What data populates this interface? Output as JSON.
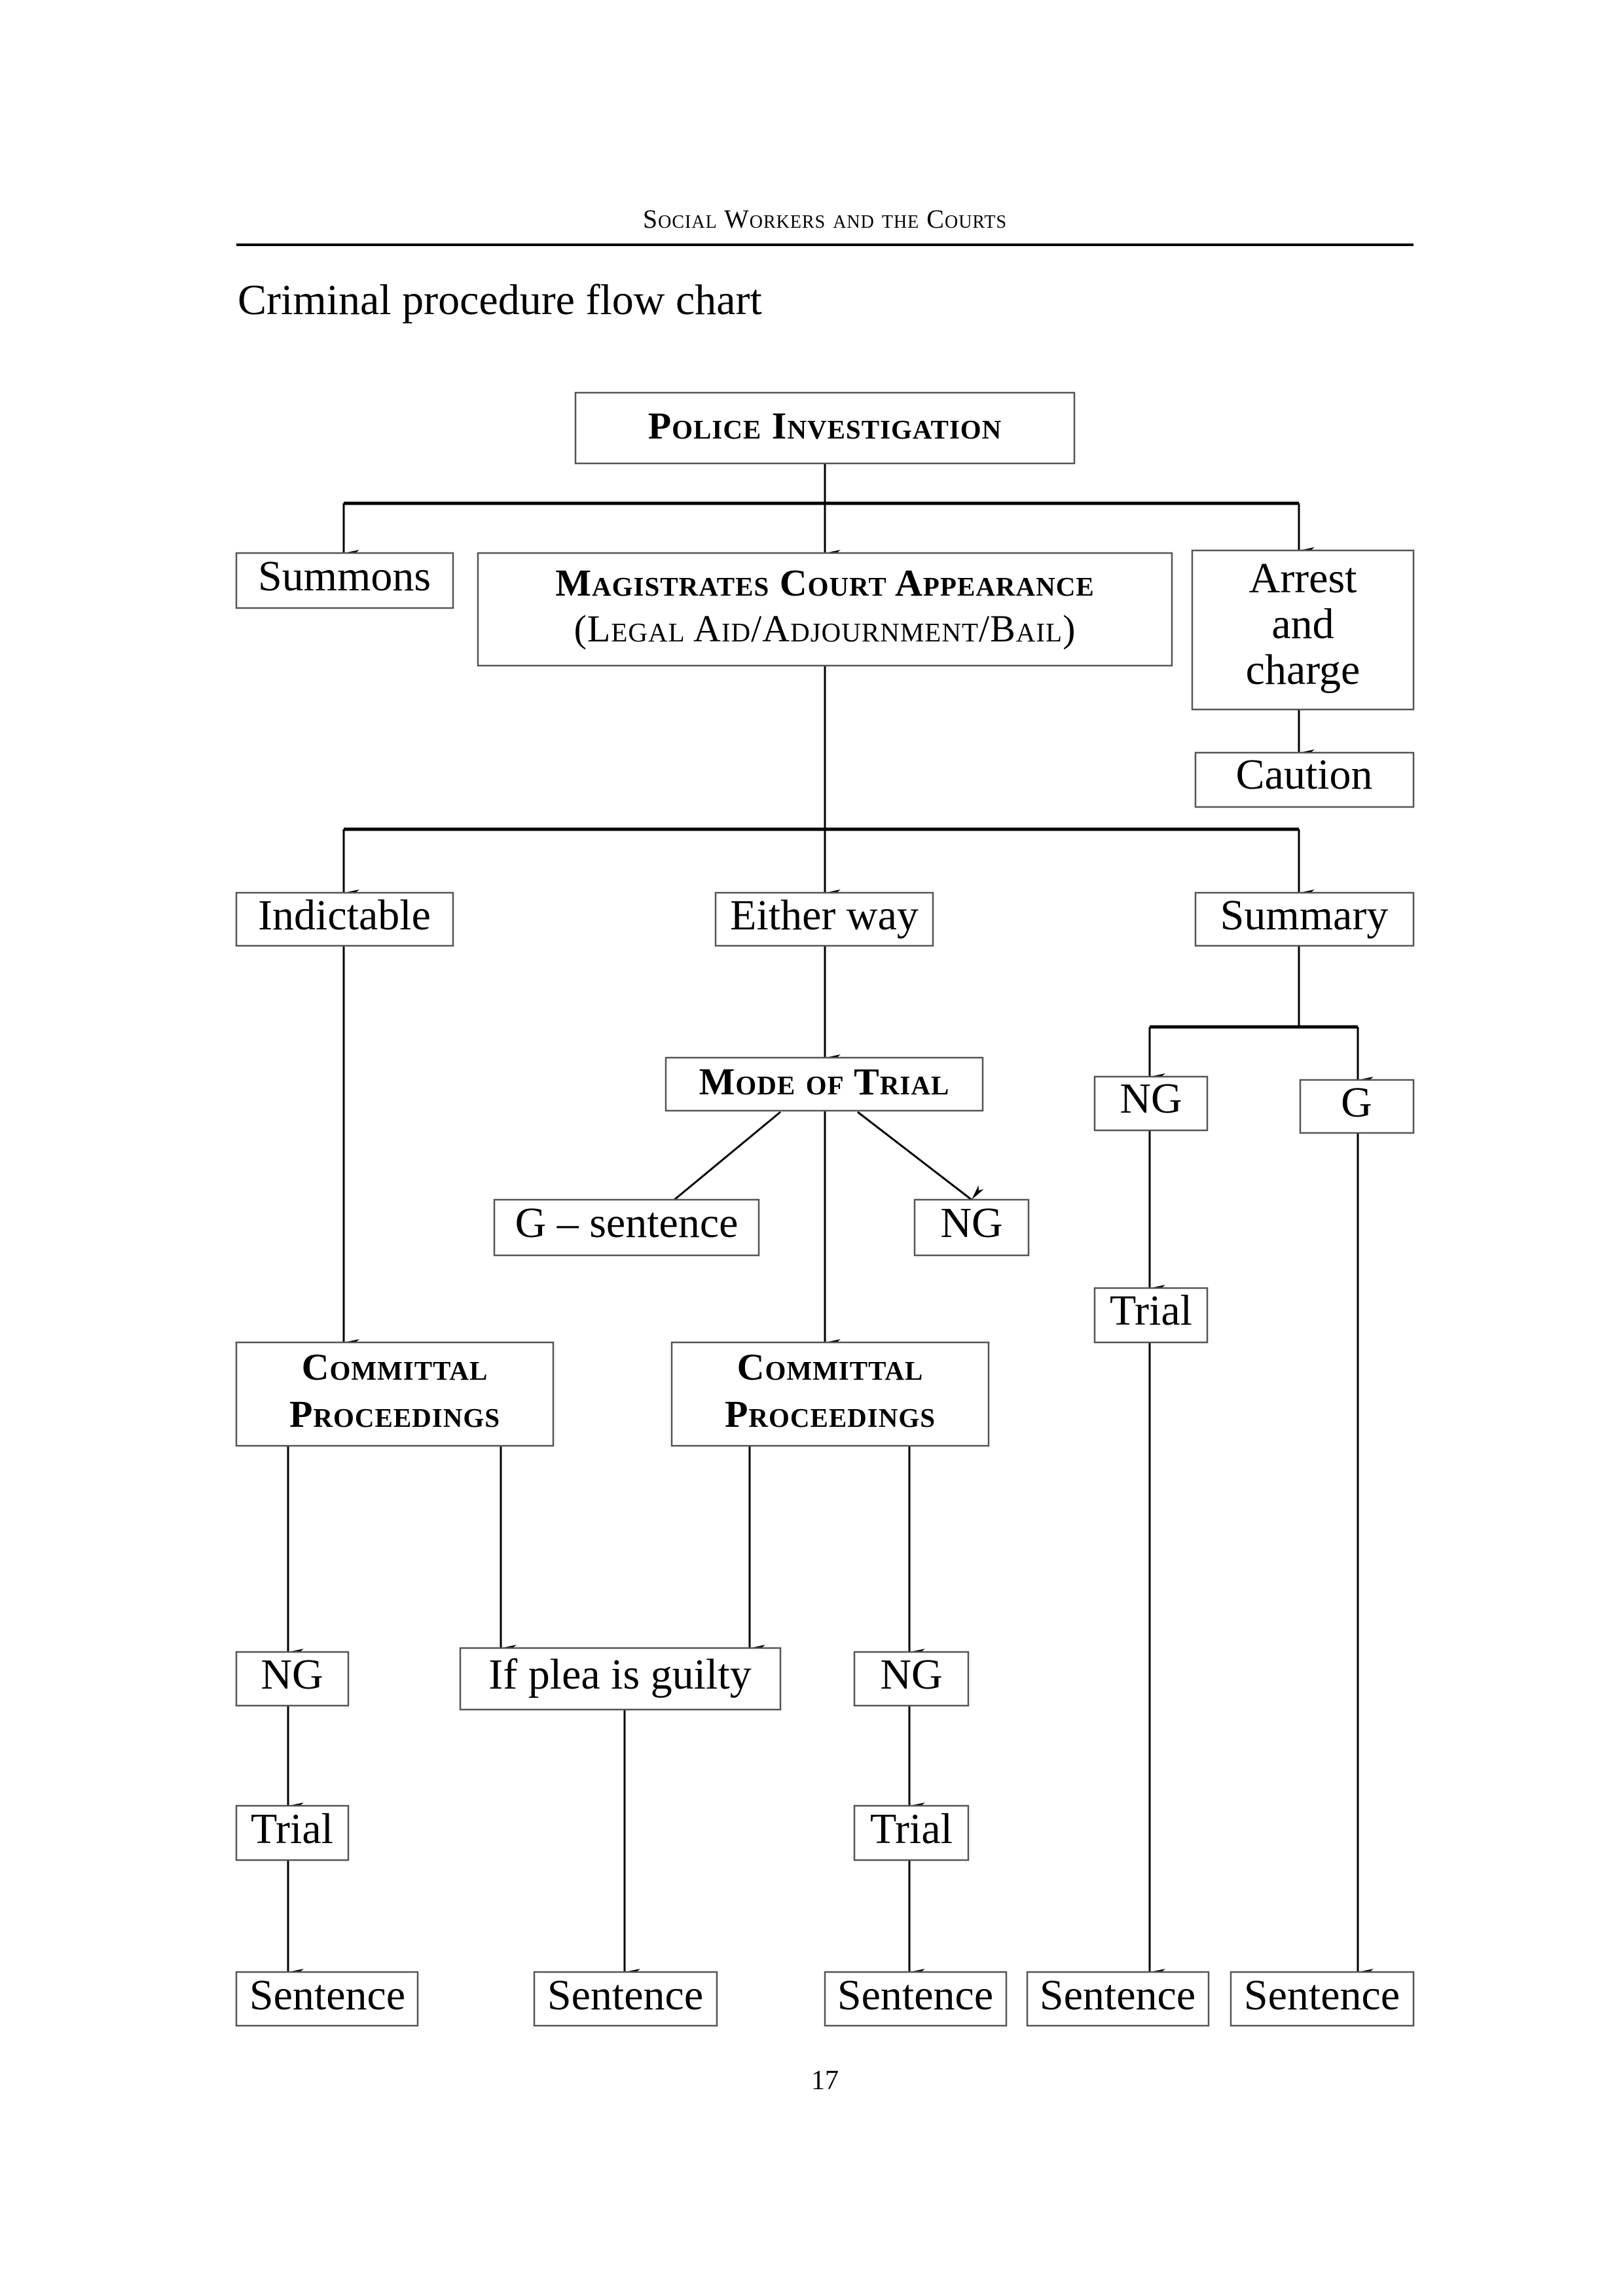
{
  "page": {
    "running_header": "Social Workers and the Courts",
    "title": "Criminal procedure flow chart",
    "page_number": "17"
  },
  "nodes": {
    "police_investigation": "Police Investigation",
    "summons": "Summons",
    "magistrates_line1": "Magistrates Court Appearance",
    "magistrates_line2": "(Legal Aid/Adjournment/Bail)",
    "arrest_line1": "Arrest",
    "arrest_line2": "and",
    "arrest_line3": "charge",
    "caution": "Caution",
    "indictable": "Indictable",
    "either_way": "Either way",
    "summary": "Summary",
    "mode_of_trial": "Mode of Trial",
    "summary_ng": "NG",
    "summary_g": "G",
    "g_sentence": "G – sentence",
    "mode_ng": "NG",
    "summary_trial": "Trial",
    "committal_left_line1": "Committal",
    "committal_left_line2": "Proceedings",
    "committal_mid_line1": "Committal",
    "committal_mid_line2": "Proceedings",
    "ng_left": "NG",
    "if_plea_guilty": "If plea is guilty",
    "ng_mid": "NG",
    "trial_left": "Trial",
    "trial_mid": "Trial",
    "sentence_1": "Sentence",
    "sentence_2": "Sentence",
    "sentence_3": "Sentence",
    "sentence_4": "Sentence",
    "sentence_5": "Sentence"
  }
}
